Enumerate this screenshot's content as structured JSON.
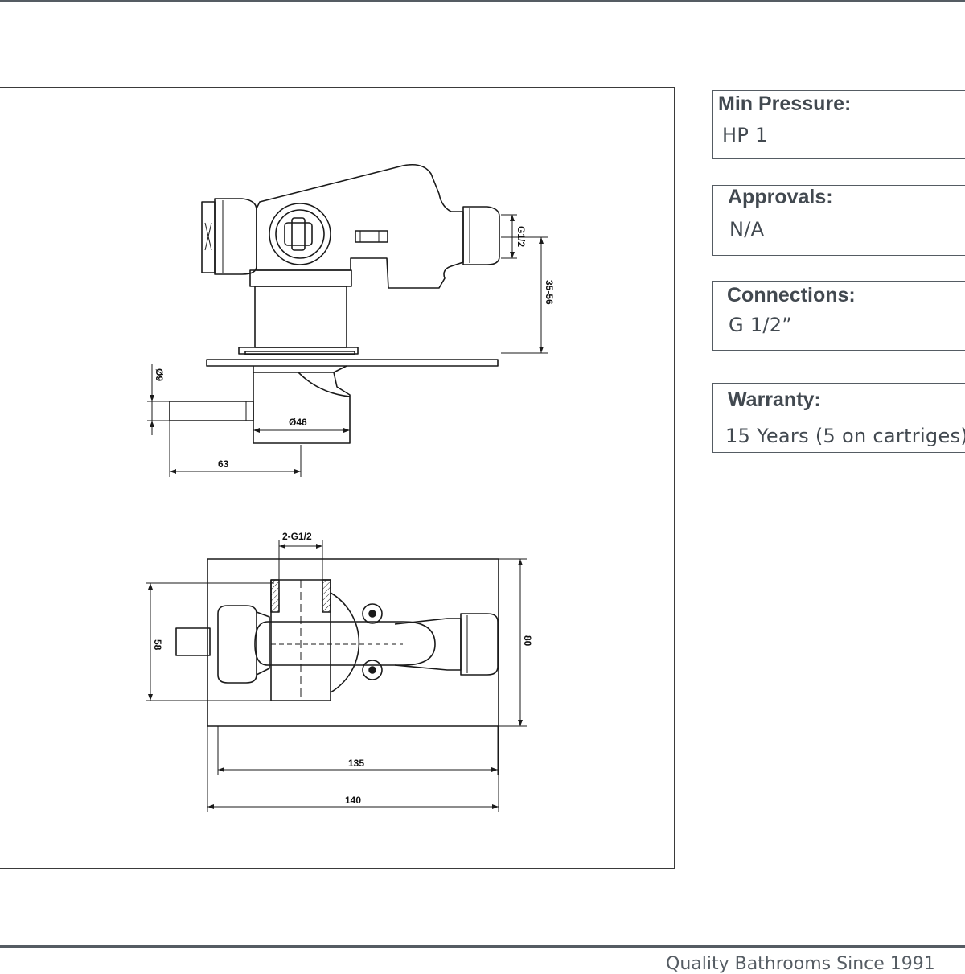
{
  "drawing": {
    "dimensions": {
      "thread_side": "G1/2",
      "projection": "35-56",
      "pin_diameter": "Ø9",
      "body_diameter": "Ø46",
      "pin_length": "63",
      "outlet_threads": "2-G1/2",
      "height_inner": "58",
      "height_outer": "80",
      "width_inner": "135",
      "width_outer": "140"
    }
  },
  "specs": [
    {
      "label": "Min Pressure:",
      "value": "HP 1"
    },
    {
      "label": "Approvals:",
      "value": "N/A"
    },
    {
      "label": "Connections:",
      "value": "G 1/2”"
    },
    {
      "label": "Warranty:",
      "value": "15 Years (5 on cartriges)"
    }
  ],
  "footer": {
    "tagline": "Quality Bathrooms Since 1991"
  }
}
